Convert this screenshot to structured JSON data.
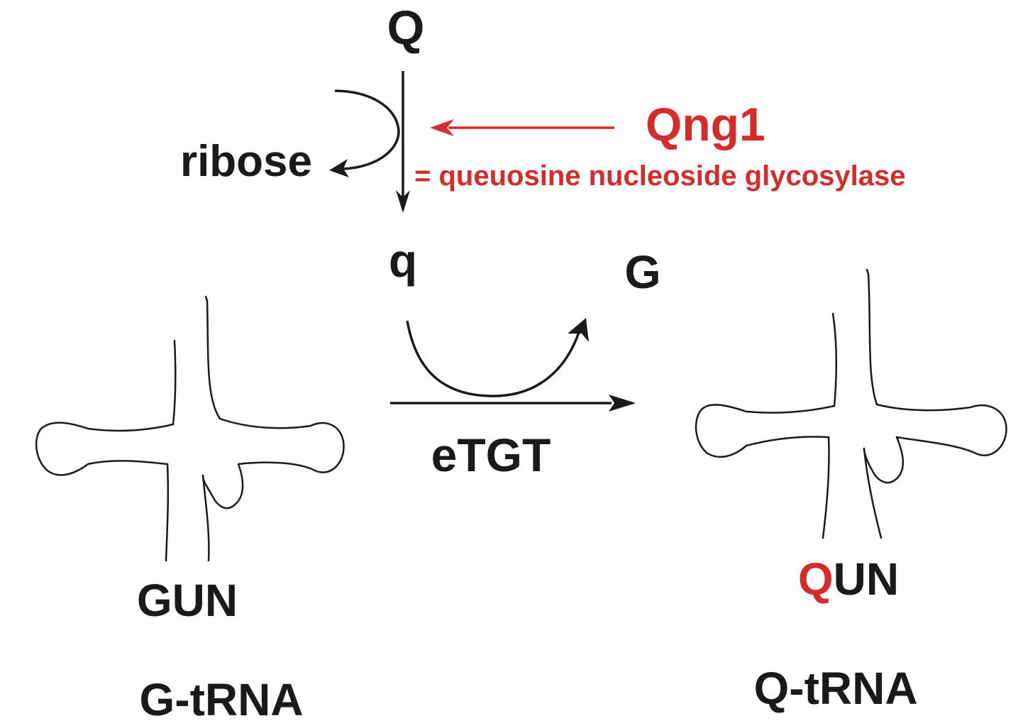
{
  "labels": {
    "Q_top": "Q",
    "ribose": "ribose",
    "enzyme": "Qng1",
    "enzyme_def": "= queuosine nucleoside glycosylase",
    "q": "q",
    "G_out": "G",
    "eTGT": "eTGT",
    "anticodon_left": "GUN",
    "anticodon_right_first": "Q",
    "anticodon_right_rest": "UN",
    "name_left": "G-tRNA",
    "name_right": "Q-tRNA"
  },
  "colors": {
    "ink": "#1a1a1a",
    "accent": "#d42b2b"
  }
}
